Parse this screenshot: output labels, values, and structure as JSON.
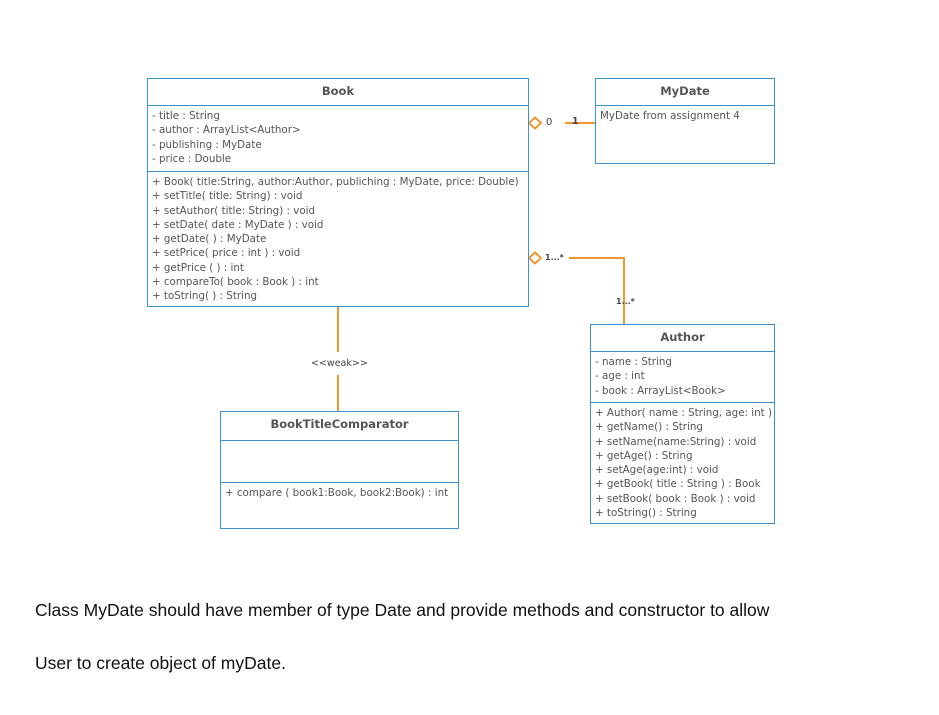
{
  "classes": {
    "book": {
      "name": "Book",
      "attributes": [
        "- title : String",
        "- author : ArrayList<Author>",
        "- publishing : MyDate",
        "- price : Double"
      ],
      "methods": [
        "+ Book( title:String, author:Author, publiching : MyDate, price: Double)",
        "+ setTitle( title: String) : void",
        "+ setAuthor( title: String) : void",
        "+ setDate( date : MyDate ) : void",
        "+ getDate( ) : MyDate",
        "+ setPrice( price : int ) : void",
        "+ getPrice ( ) : int",
        "+ compareTo( book : Book ) : int",
        "+ toString( ) : String"
      ]
    },
    "mydate": {
      "name": "MyDate",
      "attributes": [
        "MyDate from assignment 4"
      ]
    },
    "author": {
      "name": "Author",
      "attributes": [
        "- name : String",
        "- age : int",
        "- book : ArrayList<Book>"
      ],
      "methods": [
        "+ Author( name : String, age: int )",
        "+ getName() : String",
        "+ setName(name:String) : void",
        "+ getAge() : String",
        "+ setAge(age:int) : void",
        "+ getBook( title : String ) : Book",
        "+ setBook( book : Book ) : void",
        "+ toString() : String"
      ]
    },
    "comparator": {
      "name": "BookTitleComparator",
      "methods": [
        "+ compare ( book1:Book, book2:Book) : int"
      ]
    }
  },
  "relations": {
    "book_mydate": {
      "source_mult": "0",
      "target_mult": "1"
    },
    "book_author": {
      "source_mult": "1...*",
      "target_mult": "1...*"
    },
    "book_comparator": {
      "label": "<<weak>>"
    }
  },
  "colors": {
    "class_border": "#3a93d0",
    "connector": "#f0982e"
  },
  "caption": {
    "line1": "Class MyDate should have member of type Date and provide methods and constructor to allow",
    "line2": "User to create object of myDate."
  }
}
